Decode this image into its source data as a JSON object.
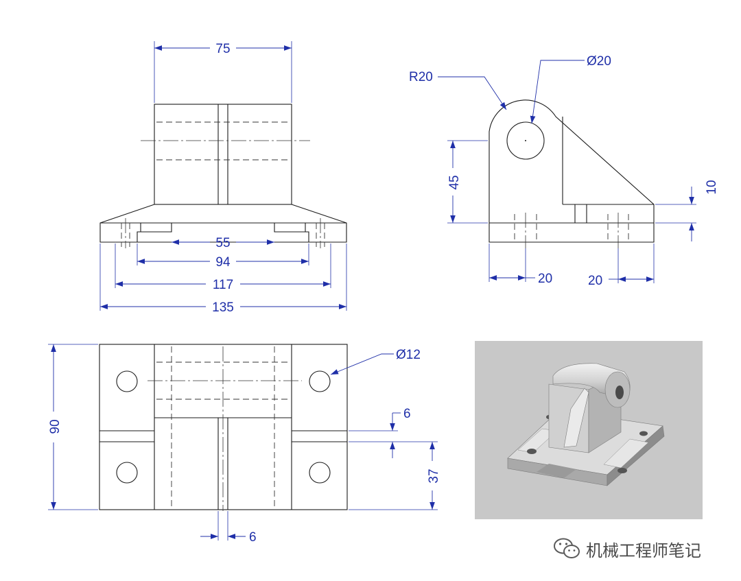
{
  "front_view": {
    "dim_top_width": "75",
    "dim_slot": "55",
    "dim_holes_inner": "94",
    "dim_holes_outer": "117",
    "dim_overall": "135"
  },
  "side_view": {
    "dim_radius": "R20",
    "dim_bore": "Ø20",
    "dim_height": "45",
    "dim_base": "10",
    "dim_hole_left": "20",
    "dim_hole_right": "20"
  },
  "top_view": {
    "dim_depth": "90",
    "dim_hole": "Ø12",
    "dim_offset": "6",
    "dim_half_depth": "37",
    "dim_rib": "6"
  },
  "render_3d": {
    "background": "#c8c8c8",
    "part_color": "#dcdcdc"
  },
  "colors": {
    "dimension": "#1f2fa8",
    "outline": "#1a1a1a"
  },
  "watermark": {
    "icon": "wechat-icon",
    "text": "机械工程师笔记"
  }
}
